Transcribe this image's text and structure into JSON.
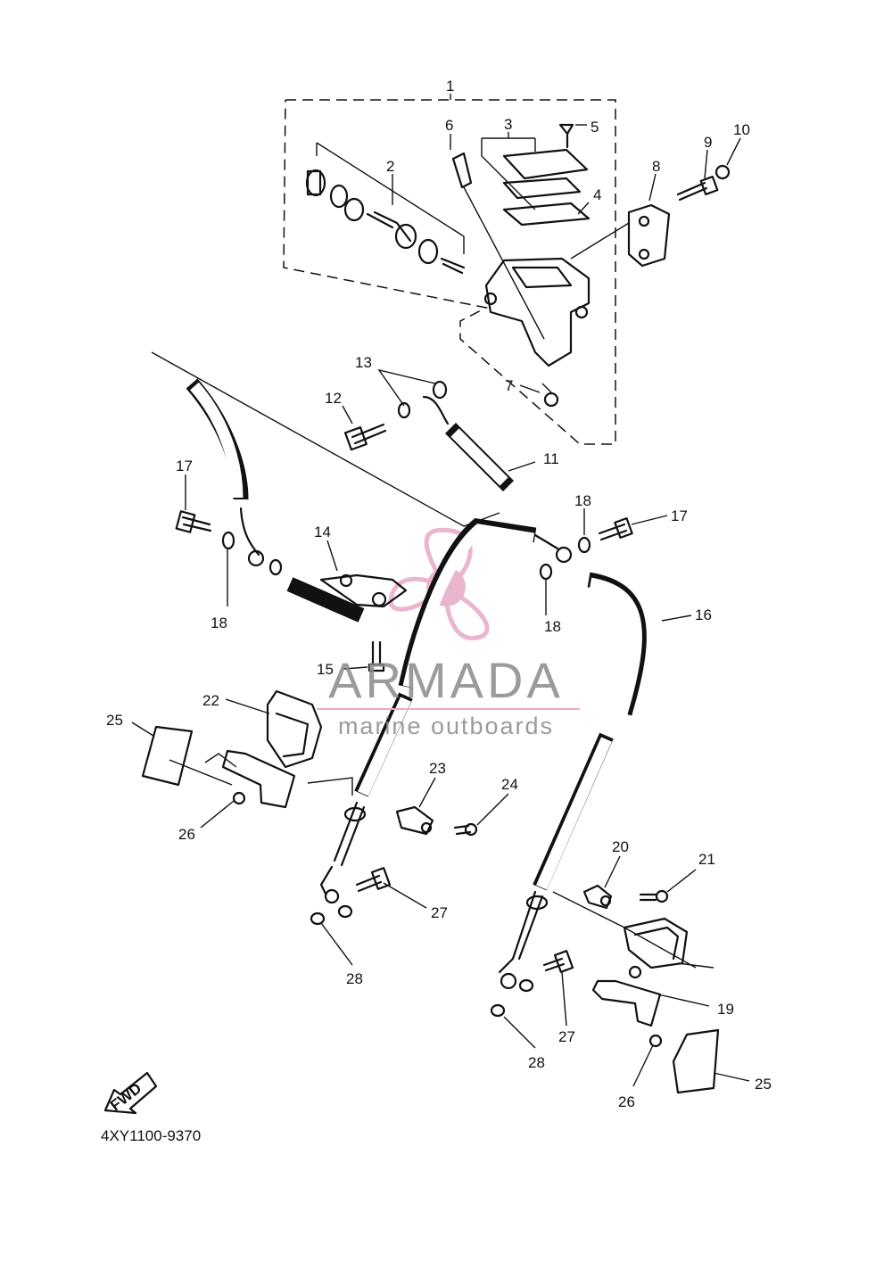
{
  "diagram": {
    "code": "4XY1100-9370",
    "fwd_label": "FWD",
    "callouts": {
      "c1": "1",
      "c2": "2",
      "c3": "3",
      "c4": "4",
      "c5": "5",
      "c6": "6",
      "c7": "7",
      "c8": "8",
      "c9": "9",
      "c10": "10",
      "c11": "11",
      "c12": "12",
      "c13": "13",
      "c14": "14",
      "c15": "15",
      "c16": "16",
      "c17a": "17",
      "c17b": "17",
      "c18a": "18",
      "c18b": "18",
      "c18c": "18",
      "c19": "19",
      "c20": "20",
      "c21": "21",
      "c22": "22",
      "c23": "23",
      "c24": "24",
      "c25a": "25",
      "c25b": "25",
      "c26a": "26",
      "c26b": "26",
      "c27a": "27",
      "c27b": "27",
      "c28a": "28",
      "c28b": "28"
    }
  },
  "watermark": {
    "title": "ARMADA",
    "subtitle": "marine outboards",
    "logo_color": "#e7a9c6",
    "text_color": "#8a8a8a"
  }
}
